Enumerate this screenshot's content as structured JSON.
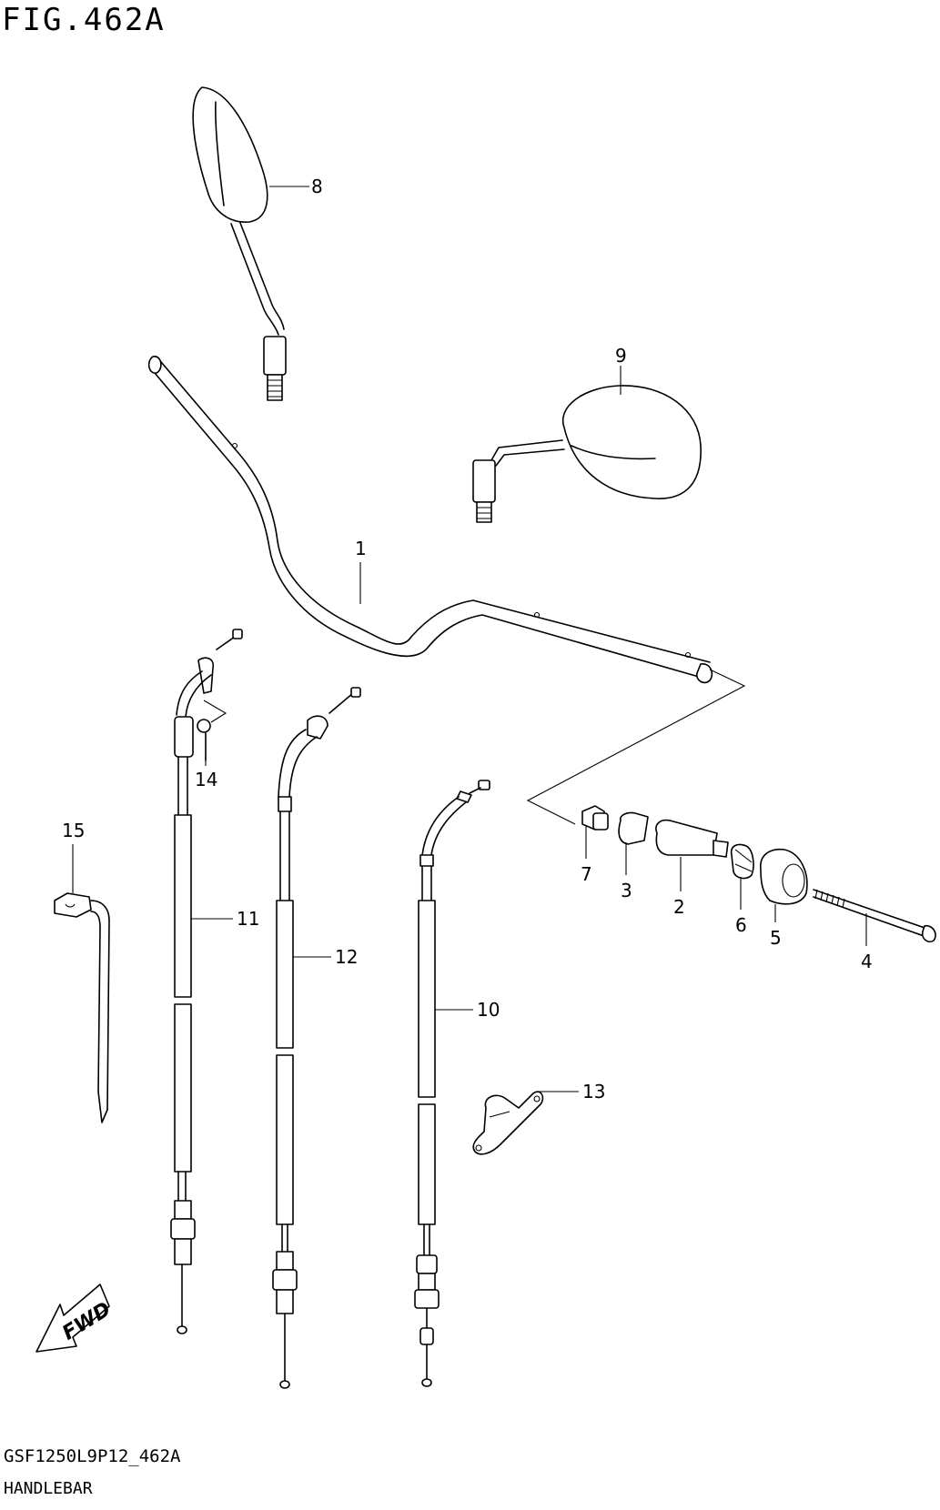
{
  "figure": {
    "title": "FIG.462A",
    "code": "GSF1250L9P12_462A",
    "name": "HANDLEBAR",
    "fwd_label": "FWD"
  },
  "callouts": {
    "c1": "1",
    "c2": "2",
    "c3": "3",
    "c4": "4",
    "c5": "5",
    "c6": "6",
    "c7": "7",
    "c8": "8",
    "c9": "9",
    "c10": "10",
    "c11": "11",
    "c12": "12",
    "c13": "13",
    "c14": "14",
    "c15": "15"
  },
  "icons": {
    "fwd": "fwd-arrow-icon"
  }
}
